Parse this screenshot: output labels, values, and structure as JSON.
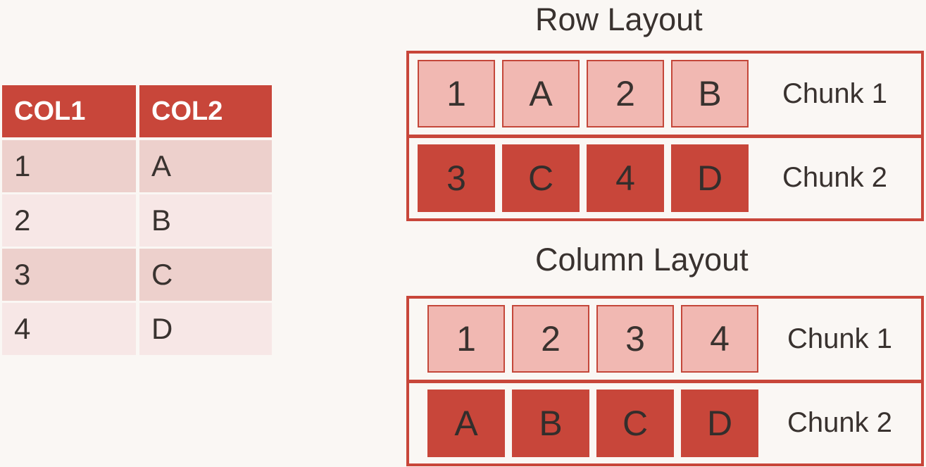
{
  "colors": {
    "background": "#FAF7F4",
    "accent_red": "#C8463A",
    "light_pink_cell": "#F1B8B2",
    "light_pink_cell_border": "#C4473A",
    "table_row_odd": "#EDD0CC",
    "table_row_even": "#F7E7E6",
    "header_text": "#FFFFFF",
    "body_text": "#39322F"
  },
  "table": {
    "headers": [
      "COL1",
      "COL2"
    ],
    "rows": [
      [
        "1",
        "A"
      ],
      [
        "2",
        "B"
      ],
      [
        "3",
        "C"
      ],
      [
        "4",
        "D"
      ]
    ]
  },
  "row_layout": {
    "title": "Row Layout",
    "chunks": [
      {
        "label": "Chunk 1",
        "variant": "light",
        "cells": [
          "1",
          "A",
          "2",
          "B"
        ]
      },
      {
        "label": "Chunk 2",
        "variant": "dark",
        "cells": [
          "3",
          "C",
          "4",
          "D"
        ]
      }
    ]
  },
  "column_layout": {
    "title": "Column Layout",
    "chunks": [
      {
        "label": "Chunk 1",
        "variant": "light",
        "cells": [
          "1",
          "2",
          "3",
          "4"
        ]
      },
      {
        "label": "Chunk 2",
        "variant": "dark",
        "cells": [
          "A",
          "B",
          "C",
          "D"
        ]
      }
    ]
  }
}
